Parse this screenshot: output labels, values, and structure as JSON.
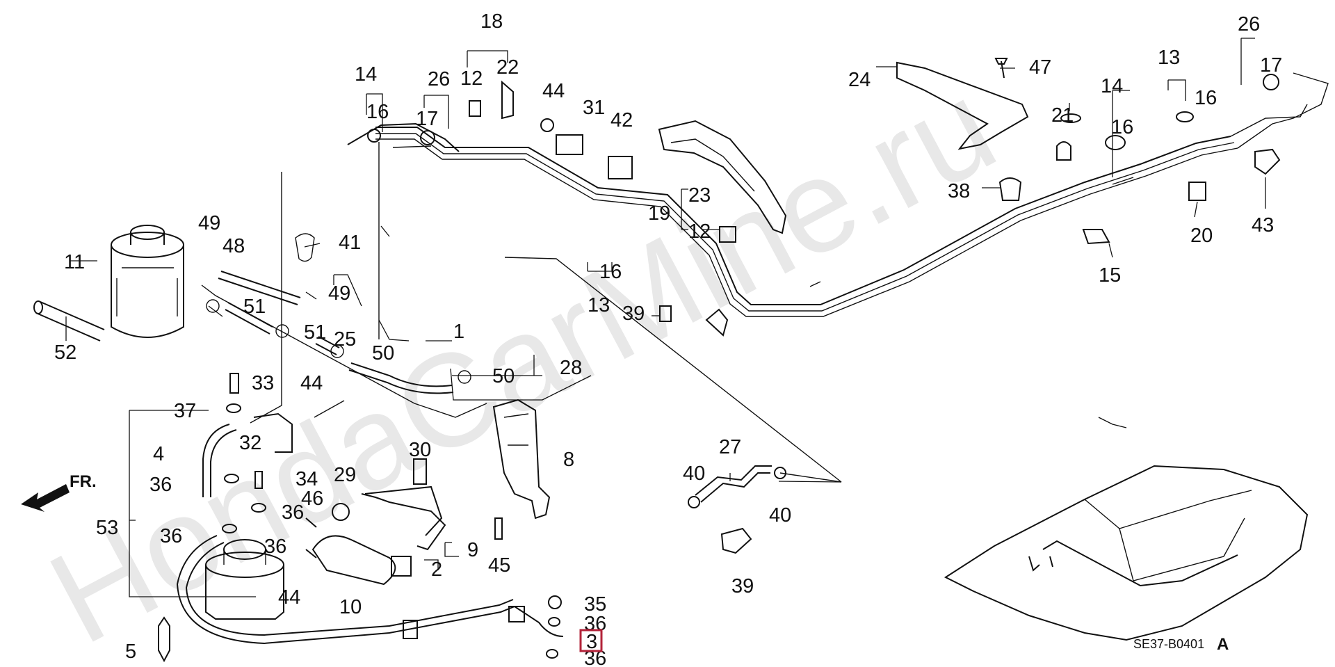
{
  "watermark": "HondaCarMine.ru",
  "diagram_code": "SE37-B0401",
  "diagram_code_suffix": "A",
  "front_arrow_label": "FR.",
  "highlight_color": "#b3233a",
  "callouts": {
    "c1": "1",
    "c2": "2",
    "c3": "3",
    "c4": "4",
    "c5": "5",
    "c8": "8",
    "c9": "9",
    "c10": "10",
    "c11": "11",
    "c12a": "12",
    "c12b": "12",
    "c13a": "13",
    "c13b": "13",
    "c14a": "14",
    "c14b": "14",
    "c15": "15",
    "c16a": "16",
    "c16b": "16",
    "c16c": "16",
    "c16d": "16",
    "c17a": "17",
    "c17b": "17",
    "c18": "18",
    "c19": "19",
    "c20": "20",
    "c21": "21",
    "c22": "22",
    "c23": "23",
    "c24": "24",
    "c25": "25",
    "c26a": "26",
    "c26b": "26",
    "c27": "27",
    "c28": "28",
    "c29": "29",
    "c30": "30",
    "c31": "31",
    "c32": "32",
    "c33": "33",
    "c34": "34",
    "c35": "35",
    "c36a": "36",
    "c36b": "36",
    "c36c": "36",
    "c36d": "36",
    "c36e": "36",
    "c36f": "36",
    "c37": "37",
    "c38": "38",
    "c39a": "39",
    "c39b": "39",
    "c40a": "40",
    "c40b": "40",
    "c41": "41",
    "c42": "42",
    "c43": "43",
    "c44a": "44",
    "c44b": "44",
    "c44c": "44",
    "c45": "45",
    "c46": "46",
    "c47": "47",
    "c48": "48",
    "c49a": "49",
    "c49b": "49",
    "c50a": "50",
    "c50b": "50",
    "c51a": "51",
    "c51b": "51",
    "c52": "52",
    "c53": "53"
  }
}
